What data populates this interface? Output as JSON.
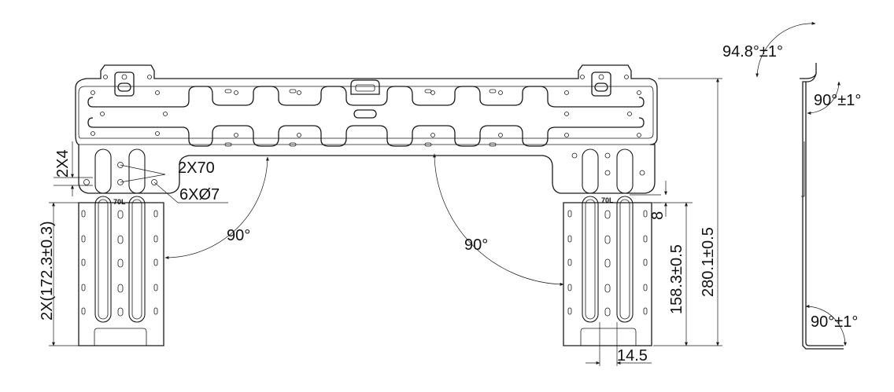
{
  "labels": {
    "d_2x4": "2X4",
    "d_2x70": "2X70",
    "d_6x7": "6XØ7",
    "d_2x172": "2X(172.3±0.3)",
    "d_90_left": "90°",
    "d_90_right": "90°",
    "d_158": "158.3±0.5",
    "d_280": "280.1±0.5",
    "d_8": "8",
    "d_14_5": "14.5",
    "d_70l_left": "70L",
    "d_70l_right": "70L",
    "s_94_8": "94.8°±1°",
    "s_90_top": "90°±1°",
    "s_90_bottom": "90°±1°"
  }
}
